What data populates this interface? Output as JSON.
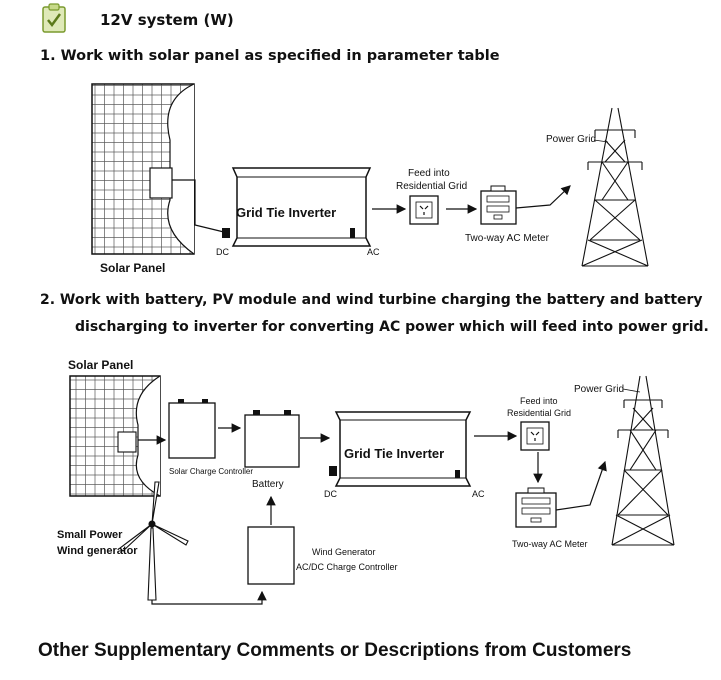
{
  "header": {
    "title": "12V system (W)",
    "icon": "clipboard-check-icon",
    "icon_color": "#7a9a2e"
  },
  "section1": {
    "heading": "1. Work with solar panel as specified in parameter table",
    "solar_panel": "Solar Panel",
    "inverter": "Grid Tie Inverter",
    "dc": "DC",
    "ac": "AC",
    "feed_into_line1": "Feed into",
    "feed_into_line2": "Residential Grid",
    "meter": "Two-way AC Meter",
    "power_grid": "Power Grid"
  },
  "section2": {
    "heading_line1": "2. Work with battery, PV module and wind turbine charging the battery and battery",
    "heading_line2": "discharging to inverter for converting AC power which will feed into power grid.",
    "solar_panel": "Solar Panel",
    "charge_controller": "Solar Charge Controller",
    "battery": "Battery",
    "inverter": "Grid Tie Inverter",
    "dc": "DC",
    "ac": "AC",
    "feed_into_line1": "Feed into",
    "feed_into_line2": "Residential Grid",
    "meter": "Two-way AC Meter",
    "power_grid": "Power Grid",
    "wind_line1": "Small Power",
    "wind_line2": "Wind generator",
    "wind_controller_line1": "Wind Generator",
    "wind_controller_line2": "AC/DC Charge Controller"
  },
  "footer": {
    "title": "Other Supplementary Comments or Descriptions from Customers"
  }
}
